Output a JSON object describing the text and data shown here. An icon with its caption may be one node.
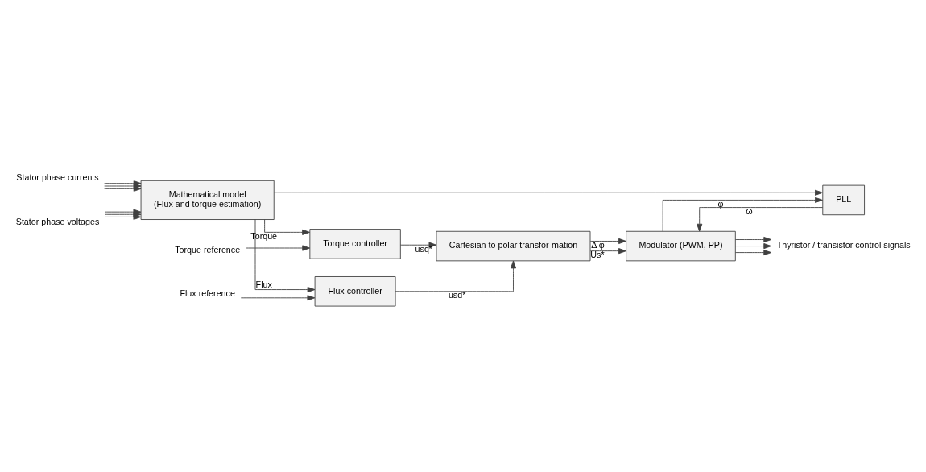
{
  "diagram": {
    "nodes": [
      {
        "text": [
          "Stator phase currents"
        ]
      },
      {
        "text": [
          "Stator phase voltages"
        ]
      },
      {
        "text": [
          "Mathematical model",
          "(Flux and torque estimation)"
        ]
      },
      {
        "text": [
          "Flux reference"
        ]
      },
      {
        "text": [
          "Flux controller"
        ]
      },
      {
        "text": [
          "Torque reference"
        ]
      },
      {
        "text": [
          "Torque controller"
        ]
      },
      {
        "text": [
          "Cartesian to polar transfor-mation"
        ]
      },
      {
        "text": [
          "Modulator (PWM, PP)"
        ]
      },
      {
        "text": [
          "PLL"
        ]
      },
      {
        "text": [
          "Thyristor / transistor control signals"
        ]
      }
    ],
    "edges": [
      {
        "from": 0,
        "to": 2,
        "arrow": "to"
      },
      {
        "from": 0,
        "to": 2,
        "arrow": "to"
      },
      {
        "from": 0,
        "to": 2,
        "arrow": "to"
      },
      {
        "from": 1,
        "to": 2,
        "arrow": "to"
      },
      {
        "from": 1,
        "to": 2,
        "arrow": "to"
      },
      {
        "from": 1,
        "to": 2,
        "arrow": "to"
      },
      {
        "from": 3,
        "to": 4,
        "arrow": "to"
      },
      {
        "from": 2,
        "to": 4,
        "arrow": "to",
        "label": "Flux"
      },
      {
        "from": 2,
        "to": 6,
        "arrow": "to",
        "label": "Torque"
      },
      {
        "from": 5,
        "to": 6,
        "arrow": "to"
      },
      {
        "from": 2,
        "to": 9,
        "arrow": "to"
      },
      {
        "from": 4,
        "to": 7,
        "arrow": "to",
        "label": "usd*"
      },
      {
        "from": 6,
        "to": 7,
        "arrow": "to",
        "label": "usq*"
      },
      {
        "from": 7,
        "to": 8,
        "arrow": "to",
        "label": "Us*"
      },
      {
        "from": 7,
        "to": 8,
        "arrow": "to",
        "label": "Δ φ"
      },
      {
        "from": 9,
        "to": 8,
        "arrow": "to",
        "label": "ω"
      },
      {
        "from": 8,
        "to": 9,
        "arrow": "to",
        "label": "φ"
      },
      {
        "from": 8,
        "to": 10,
        "arrow": "to"
      },
      {
        "from": 8,
        "to": 10,
        "arrow": "to"
      },
      {
        "from": 8,
        "to": 10,
        "arrow": "to"
      }
    ]
  }
}
